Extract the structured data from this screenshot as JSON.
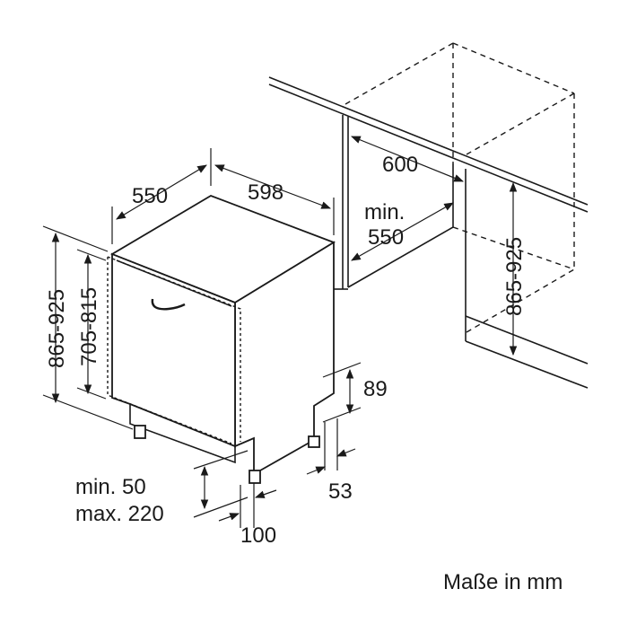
{
  "labels": {
    "depth": "550",
    "width": "598",
    "cabinet_width": "600",
    "cabinet_depth_min": "min.",
    "cabinet_depth_value": "550",
    "height_left_outer": "865-925",
    "height_left_inner": "705-815",
    "height_right": "865-925",
    "plinth_height": "89",
    "plinth_depth": "53",
    "foot_min": "min. 50",
    "foot_max": "max. 220",
    "foot_offset": "100",
    "units_note": "Maße in mm"
  },
  "colors": {
    "line": "#1a1a1a",
    "background": "#ffffff"
  }
}
